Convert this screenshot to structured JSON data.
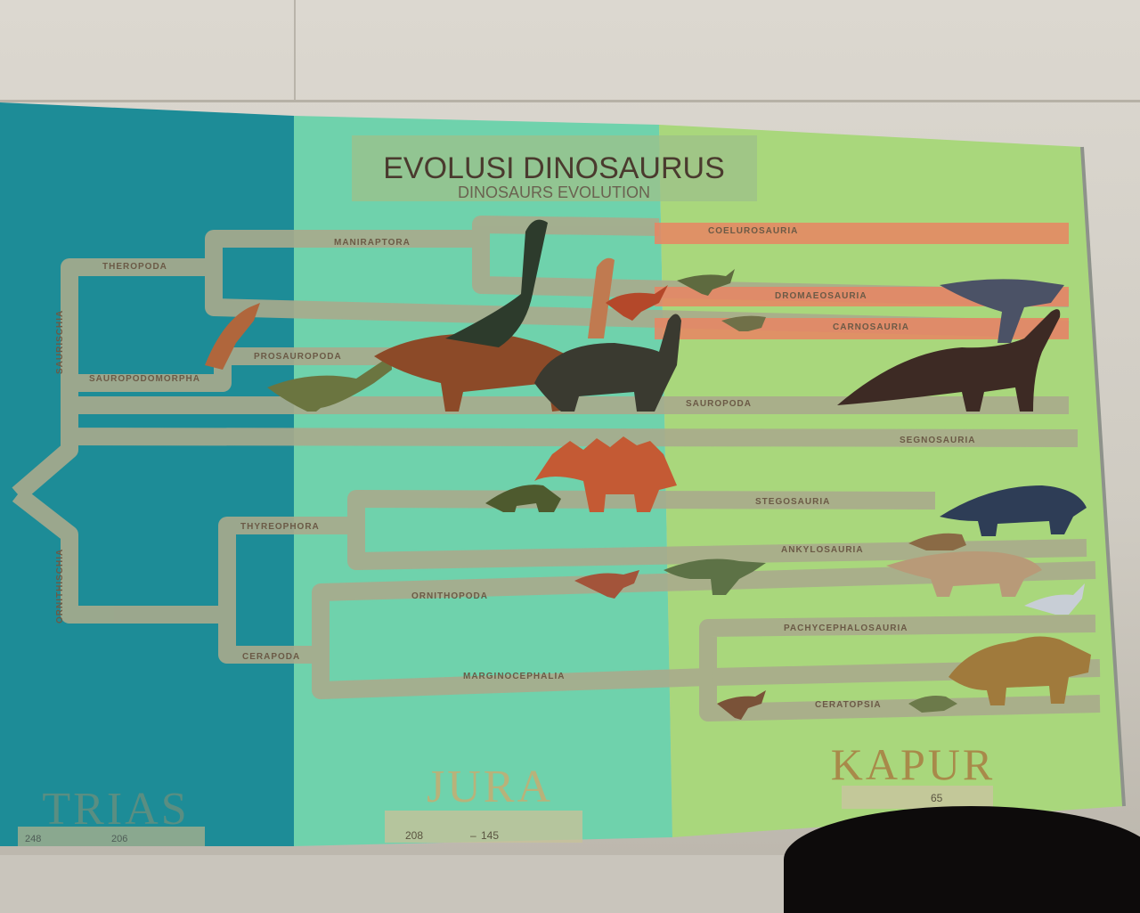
{
  "poster": {
    "title": "EVOLUSI DINOSAURUS",
    "subtitle": "DINOSAURS EVOLUTION",
    "periods": [
      {
        "name": "TRIAS",
        "range_start": "248",
        "range_end": "206"
      },
      {
        "name": "JURA",
        "range_start": "208",
        "range_end": "145"
      },
      {
        "name": "KAPUR",
        "range_start": "",
        "range_end": "65"
      }
    ],
    "clades": {
      "saurischia": "SAURISCHIA",
      "ornithischia": "ORNITHISCHIA",
      "theropoda": "THEROPODA",
      "maniraptora": "MANIRAPTORA",
      "coelurosauria": "COELUROSAURIA",
      "dromaeosauria": "DROMAEOSAURIA",
      "carnosauria": "CARNOSAURIA",
      "prosauropoda": "PROSAUROPODA",
      "sauropodomorpha": "SAUROPODOMORPHA",
      "sauropoda": "SAUROPODA",
      "segnosauria": "SEGNOSAURIA",
      "thyreophora": "THYREOPHORA",
      "stegosauria": "STEGOSAURIA",
      "ankylosauria": "ANKYLOSAURIA",
      "ornithopoda": "ORNITHOPODA",
      "cerapoda": "CERAPODA",
      "pachycephalosauria": "PACHYCEPHALOSAURIA",
      "marginocephalia": "MARGINOCEPHALIA",
      "ceratopsia": "CERATOPSIA"
    },
    "colors": {
      "trias_bg": "#1d8c97",
      "jura_bg": "#6fd2ac",
      "kapur_bg": "#a9d77c",
      "branch": "#a9ab8c",
      "theropod_band": "#e98563",
      "title_box": "#9ec089"
    }
  }
}
